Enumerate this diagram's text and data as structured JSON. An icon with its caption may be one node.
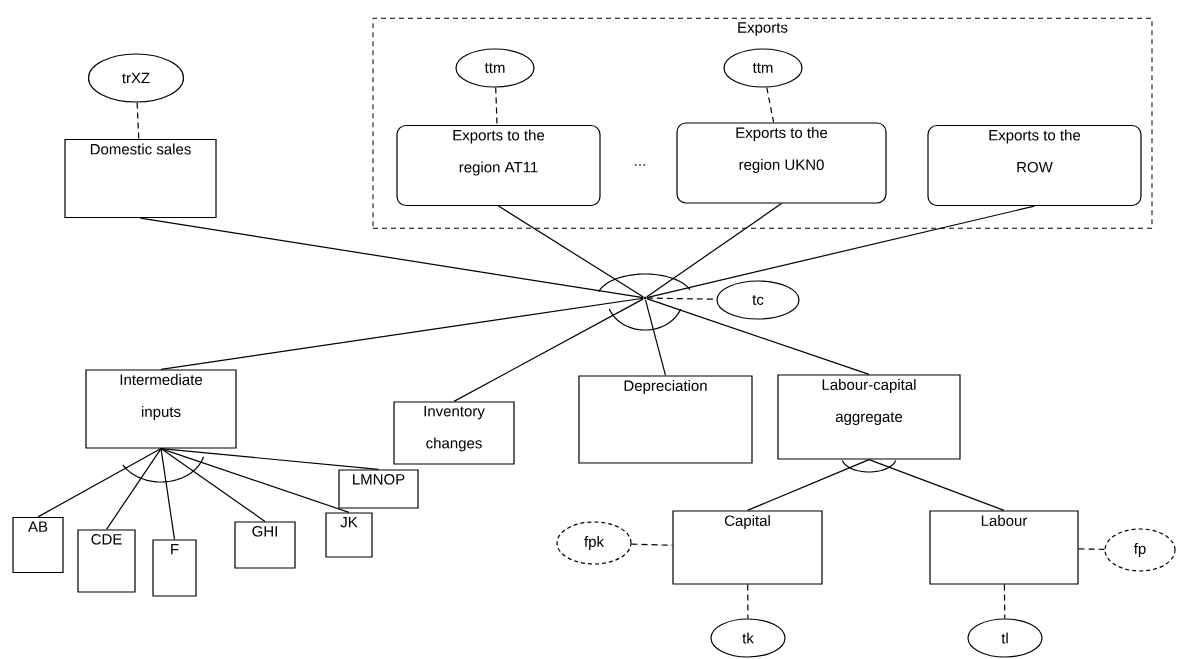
{
  "diagram": {
    "nodes": [
      {
        "text": [
          "Exports"
        ]
      },
      {
        "text": [
          "ttm"
        ],
        "in": 0
      },
      {
        "text": [
          "ttm"
        ],
        "in": 0
      },
      {
        "text": [
          "Exports to the region AT11"
        ],
        "in": 0
      },
      {
        "text": [
          "Exports to the region UKN0"
        ],
        "in": 0
      },
      {
        "text": [
          "Exports to the ROW"
        ],
        "in": 0
      },
      {
        "text": [
          "trXZ"
        ]
      },
      {
        "text": [
          "Domestic sales"
        ]
      },
      {
        "text": [],
        "shape": "point"
      },
      {
        "text": [
          "tc"
        ]
      },
      {
        "text": [
          "Intermediate inputs"
        ]
      },
      {
        "text": [
          "Inventory changes"
        ]
      },
      {
        "text": [
          "Depreciation"
        ]
      },
      {
        "text": [
          "Labour-capital aggregate"
        ]
      },
      {
        "text": [
          "AB"
        ]
      },
      {
        "text": [
          "CDE"
        ]
      },
      {
        "text": [
          "F"
        ]
      },
      {
        "text": [
          "GHI"
        ]
      },
      {
        "text": [
          "JK"
        ]
      },
      {
        "text": [
          "LMNOP"
        ]
      },
      {
        "text": [
          "fpk"
        ]
      },
      {
        "text": [
          "Capital"
        ]
      },
      {
        "text": [
          "Labour"
        ]
      },
      {
        "text": [
          "fp"
        ]
      },
      {
        "text": [
          "tk"
        ]
      },
      {
        "text": [
          "tl"
        ]
      }
    ],
    "edges": [
      {
        "from": 1,
        "to": 3,
        "arrow": "none",
        "style": "dashed"
      },
      {
        "from": 2,
        "to": 4,
        "arrow": "none",
        "style": "dashed"
      },
      {
        "from": 6,
        "to": 7,
        "arrow": "none",
        "style": "dashed"
      },
      {
        "from": 7,
        "to": 8,
        "arrow": "none"
      },
      {
        "from": 3,
        "to": 8,
        "arrow": "none"
      },
      {
        "from": 4,
        "to": 8,
        "arrow": "none"
      },
      {
        "from": 5,
        "to": 8,
        "arrow": "none"
      },
      {
        "from": 8,
        "to": 9,
        "arrow": "none",
        "style": "dashed"
      },
      {
        "from": 8,
        "to": 10,
        "arrow": "none"
      },
      {
        "from": 8,
        "to": 11,
        "arrow": "none"
      },
      {
        "from": 8,
        "to": 12,
        "arrow": "none"
      },
      {
        "from": 8,
        "to": 13,
        "arrow": "none"
      },
      {
        "from": 10,
        "to": 14,
        "arrow": "none"
      },
      {
        "from": 10,
        "to": 15,
        "arrow": "none"
      },
      {
        "from": 10,
        "to": 16,
        "arrow": "none"
      },
      {
        "from": 10,
        "to": 17,
        "arrow": "none"
      },
      {
        "from": 10,
        "to": 18,
        "arrow": "none"
      },
      {
        "from": 10,
        "to": 19,
        "arrow": "none"
      },
      {
        "from": 13,
        "to": 21,
        "arrow": "none"
      },
      {
        "from": 13,
        "to": 22,
        "arrow": "none"
      },
      {
        "from": 20,
        "to": 21,
        "arrow": "none",
        "style": "dashed"
      },
      {
        "from": 22,
        "to": 23,
        "arrow": "none",
        "style": "dashed"
      },
      {
        "from": 21,
        "to": 24,
        "arrow": "none",
        "style": "dashed"
      },
      {
        "from": 22,
        "to": 25,
        "arrow": "none",
        "style": "dashed"
      }
    ],
    "labels": [
      "..."
    ]
  }
}
